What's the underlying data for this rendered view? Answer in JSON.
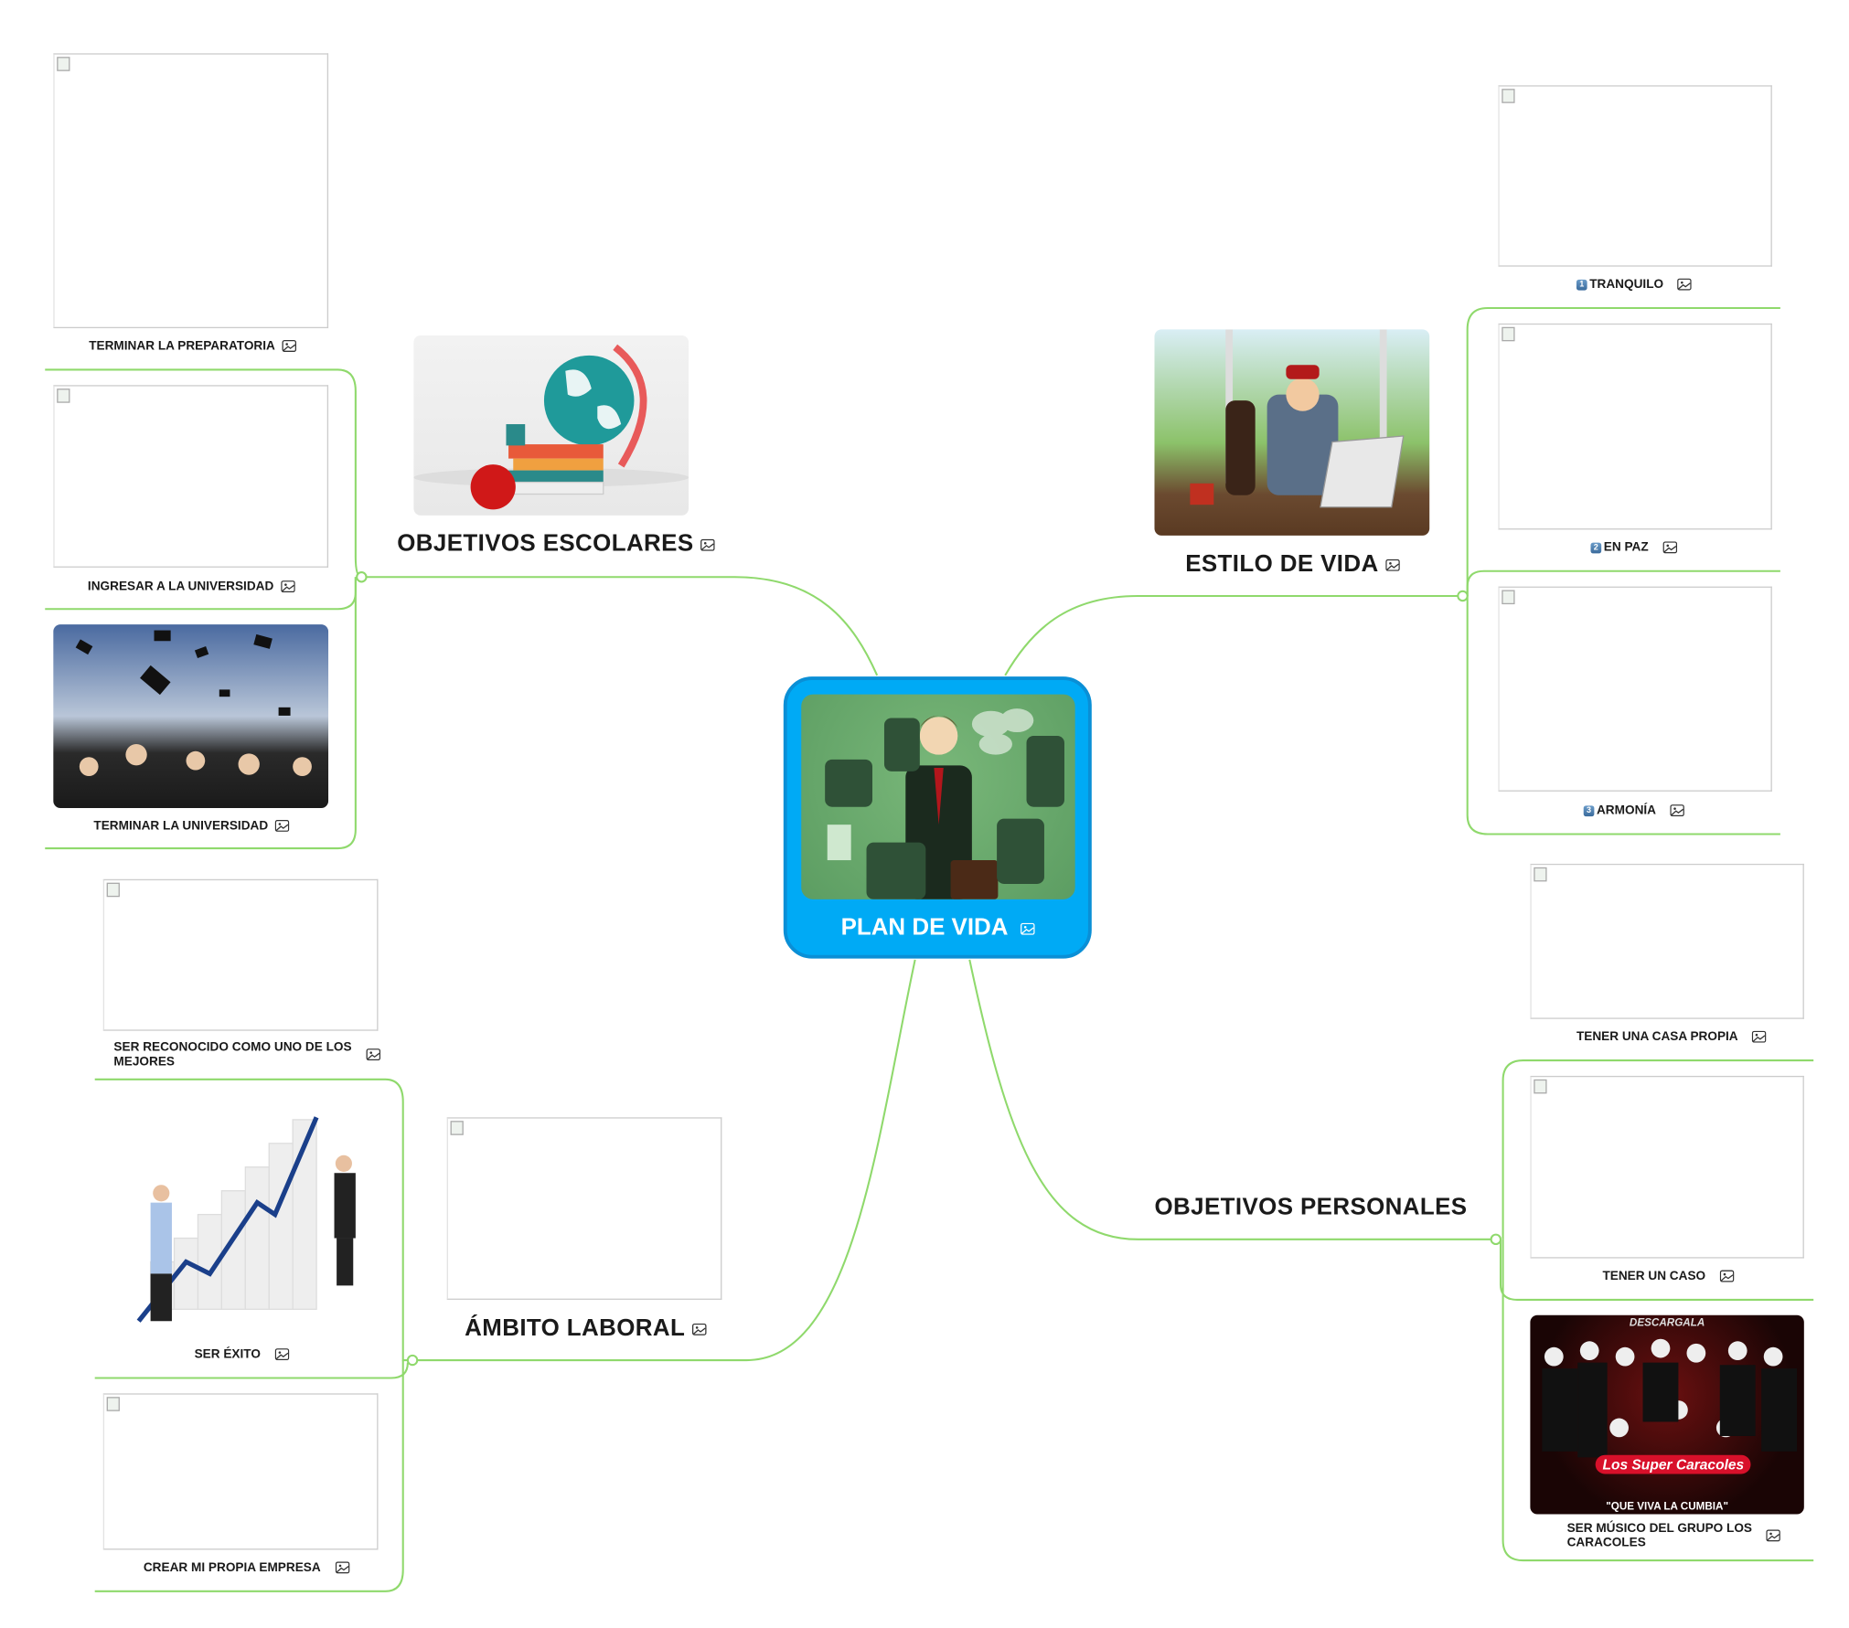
{
  "central": {
    "label": "PLAN DE VIDA",
    "color": "#00aaf5"
  },
  "line_color": "#8fd96c",
  "branches": {
    "escolares": {
      "label": "OBJETIVOS ESCOLARES",
      "children": [
        {
          "label": "TERMINAR LA PREPARATORIA"
        },
        {
          "label": "INGRESAR A LA UNIVERSIDAD"
        },
        {
          "label": "TERMINAR LA UNIVERSIDAD"
        }
      ]
    },
    "estilo": {
      "label": "ESTILO DE VIDA",
      "children": [
        {
          "badge": "1",
          "label": "TRANQUILO"
        },
        {
          "badge": "2",
          "label": "EN PAZ"
        },
        {
          "badge": "3",
          "label": "ARMONÍA"
        }
      ]
    },
    "laboral": {
      "label": "ÁMBITO LABORAL",
      "children": [
        {
          "label": "SER RECONOCIDO COMO UNO DE LOS",
          "label2": "MEJORES"
        },
        {
          "label": "SER ÉXITO"
        },
        {
          "label": "CREAR MI PROPIA EMPRESA"
        }
      ]
    },
    "personales": {
      "label": "OBJETIVOS PERSONALES",
      "children": [
        {
          "label": "TENER UNA CASA PROPIA"
        },
        {
          "label": "TENER UN CASO"
        },
        {
          "label": "SER MÚSICO DEL GRUPO LOS",
          "label2": "CARACOLES",
          "image_text_top": "DESCARGALA",
          "image_text_logo": "Los Super Caracoles",
          "image_text_bottom": "\"QUE VIVA LA CUMBIA\""
        }
      ]
    }
  }
}
